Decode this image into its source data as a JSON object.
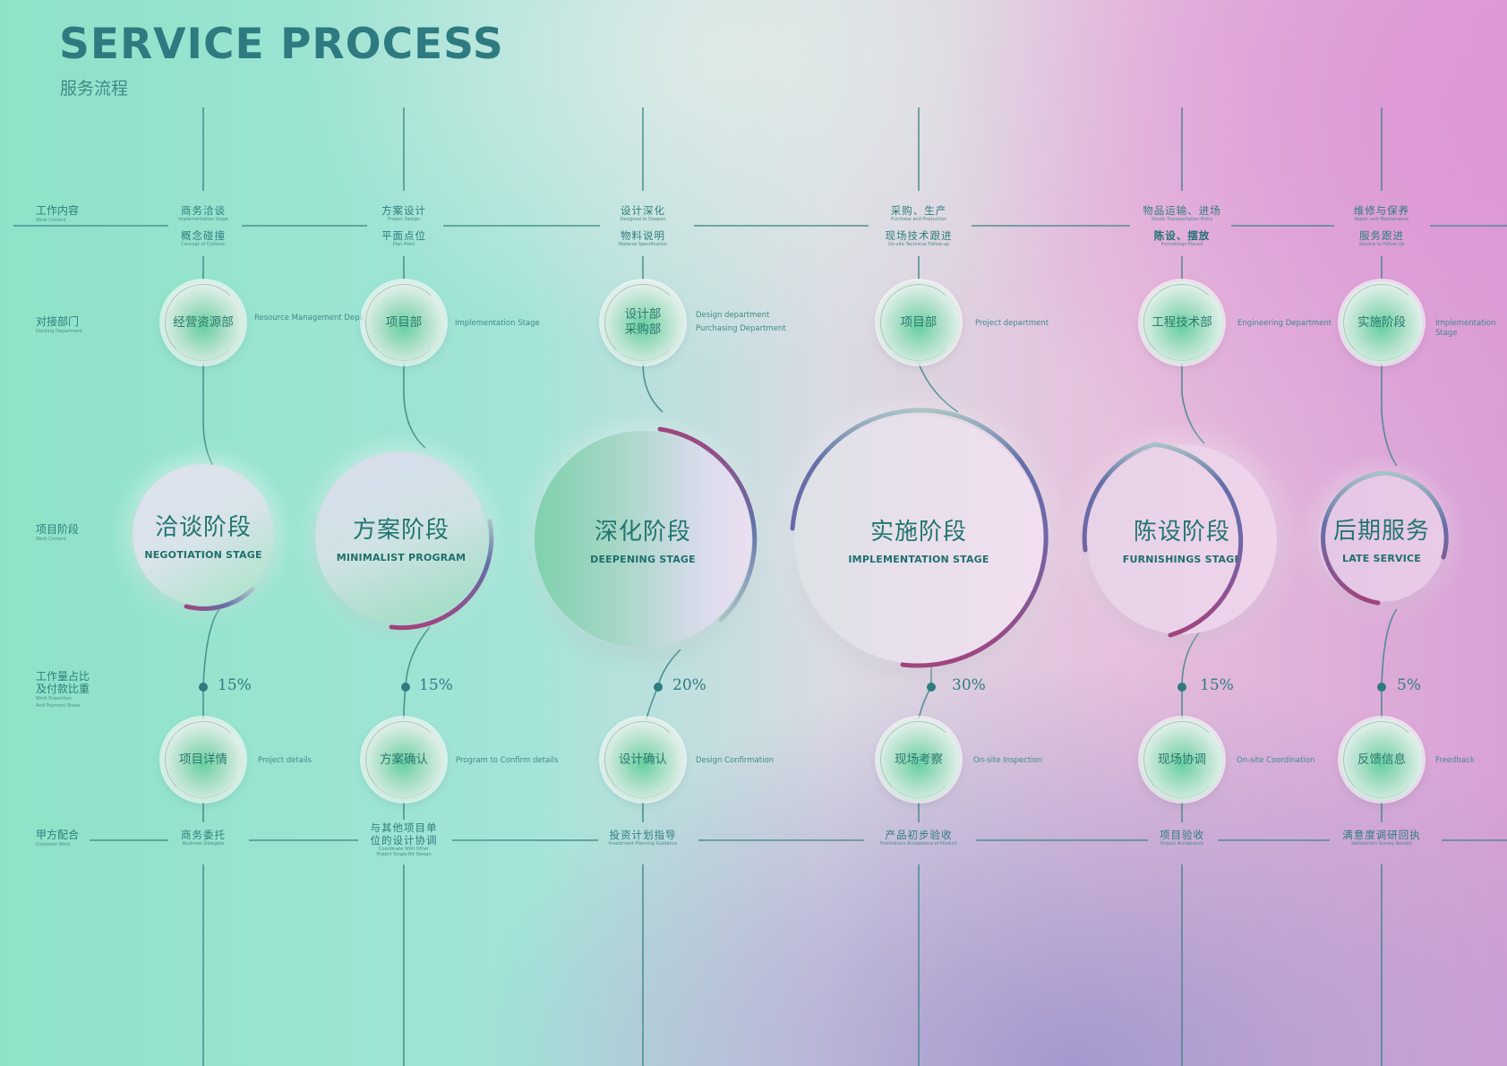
{
  "header": {
    "title_en": "SERVICE PROCESS",
    "title_zh": "服务流程"
  },
  "colors": {
    "text": "#2d7b80",
    "arc_start": "#a0457e",
    "arc_mid": "#6470a8",
    "arc_end": "#a9c2c6",
    "bg_left": "#8de3c8",
    "bg_right": "#d9a1d6"
  },
  "row_labels": [
    {
      "zh": "工作内容",
      "en": "Work Content"
    },
    {
      "zh": "对接部门",
      "en": "Docking Department"
    },
    {
      "zh": "项目阶段",
      "en": "Work Content"
    },
    {
      "zh": "工作量占比\n及付款比重",
      "zh1": "工作量占比",
      "zh2": "及付款比重",
      "en1": "Work Proportion",
      "en2": "And Payment Share"
    },
    {
      "zh": "甲方配合",
      "en": "Customer Work"
    }
  ],
  "stages": [
    {
      "work_content": [
        {
          "zh": "商务洽谈",
          "en": "Implementation Stage"
        },
        {
          "zh": "概念碰撞",
          "en": "Concept of Collision"
        }
      ],
      "department": {
        "zh": "经营资源部",
        "en": "Resource Management Department"
      },
      "stage": {
        "zh": "洽谈阶段",
        "en": "NEGOTIATION STAGE"
      },
      "share": "15%",
      "share_value": 15,
      "detail": {
        "zh": "项目详情",
        "en": "Project details"
      },
      "customer": {
        "zh": "商务委托",
        "en": "Business Delegate"
      }
    },
    {
      "work_content": [
        {
          "zh": "方案设计",
          "en": "Project Design"
        },
        {
          "zh": "平面点位",
          "en": "Plan Point"
        }
      ],
      "department": {
        "zh": "项目部",
        "en": "Implementation Stage"
      },
      "stage": {
        "zh": "方案阶段",
        "en": "MINIMALIST PROGRAM"
      },
      "share": "15%",
      "share_value": 15,
      "detail": {
        "zh": "方案确认",
        "en": "Program to Confirm details"
      },
      "customer": {
        "zh": "与其他项目单位的设计协调",
        "zh1": "与其他项目单",
        "zh2": "位的设计协调",
        "en1": "Coordinate With Other",
        "en2": "Project Single-Bit Design"
      }
    },
    {
      "work_content": [
        {
          "zh": "设计深化",
          "en": "Designed to Deepen"
        },
        {
          "zh": "物料说明",
          "en": "Material Specification"
        }
      ],
      "department": {
        "zh1": "设计部",
        "zh2": "采购部",
        "en1": "Design department",
        "en2": "Purchasing Department"
      },
      "stage": {
        "zh": "深化阶段",
        "en": "DEEPENING STAGE"
      },
      "share": "20%",
      "share_value": 20,
      "detail": {
        "zh": "设计确认",
        "en": "Design Confirmation"
      },
      "customer": {
        "zh": "投资计划指导",
        "en": "Investment Planning Guidance"
      }
    },
    {
      "work_content": [
        {
          "zh": "采购、生产",
          "en": "Purchase and Production"
        },
        {
          "zh": "现场技术跟进",
          "en": "On-site Technical Follow-up"
        }
      ],
      "department": {
        "zh": "项目部",
        "en": "Project department"
      },
      "stage": {
        "zh": "实施阶段",
        "en": "IMPLEMENTATION STAGE"
      },
      "share": "30%",
      "share_value": 30,
      "detail": {
        "zh": "现场考察",
        "en": "On-site Inspection"
      },
      "customer": {
        "zh": "产品初步验收",
        "en": "Preliminary Acceptance of Product"
      }
    },
    {
      "work_content": [
        {
          "zh": "物品运输、进场",
          "en": "Goods Transportation Entry"
        },
        {
          "zh": "陈设、摆放",
          "en": "Furnishings Placed"
        }
      ],
      "department": {
        "zh": "工程技术部",
        "en": "Engineering Department"
      },
      "stage": {
        "zh": "陈设阶段",
        "en": "FURNISHINGS STAGE"
      },
      "share": "15%",
      "share_value": 15,
      "detail": {
        "zh": "现场协调",
        "en": "On-site Coordination"
      },
      "customer": {
        "zh": "项目验收",
        "en": "Project Acceptance"
      }
    },
    {
      "work_content": [
        {
          "zh": "维修与保养",
          "en": "Repair and Maintenance"
        },
        {
          "zh": "服务跟进",
          "en": "Service to Follow Up"
        }
      ],
      "department": {
        "zh": "实施阶段",
        "en1": "Implementation",
        "en2": "Stage"
      },
      "stage": {
        "zh": "后期服务",
        "en": "LATE SERVICE"
      },
      "share": "5%",
      "share_value": 5,
      "detail": {
        "zh": "反馈信息",
        "en": "Freedback"
      },
      "customer": {
        "zh": "满意度调研回执",
        "en": "Satisfaction Survey Receipt"
      }
    }
  ]
}
